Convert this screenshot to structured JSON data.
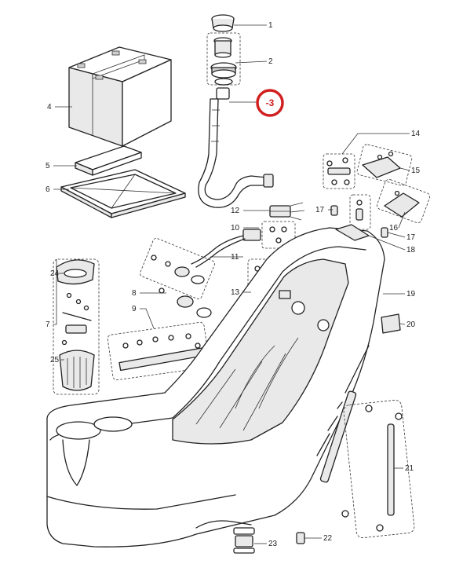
{
  "diagram": {
    "highlight_color": "#d11f1f",
    "highlighted_label": "-3",
    "part_labels": [
      "1",
      "2",
      "4",
      "5",
      "6",
      "7",
      "8",
      "9",
      "10",
      "11",
      "12",
      "13",
      "14",
      "15",
      "16",
      "17",
      "17",
      "18",
      "19",
      "20",
      "21",
      "22",
      "23",
      "24",
      "25"
    ]
  }
}
